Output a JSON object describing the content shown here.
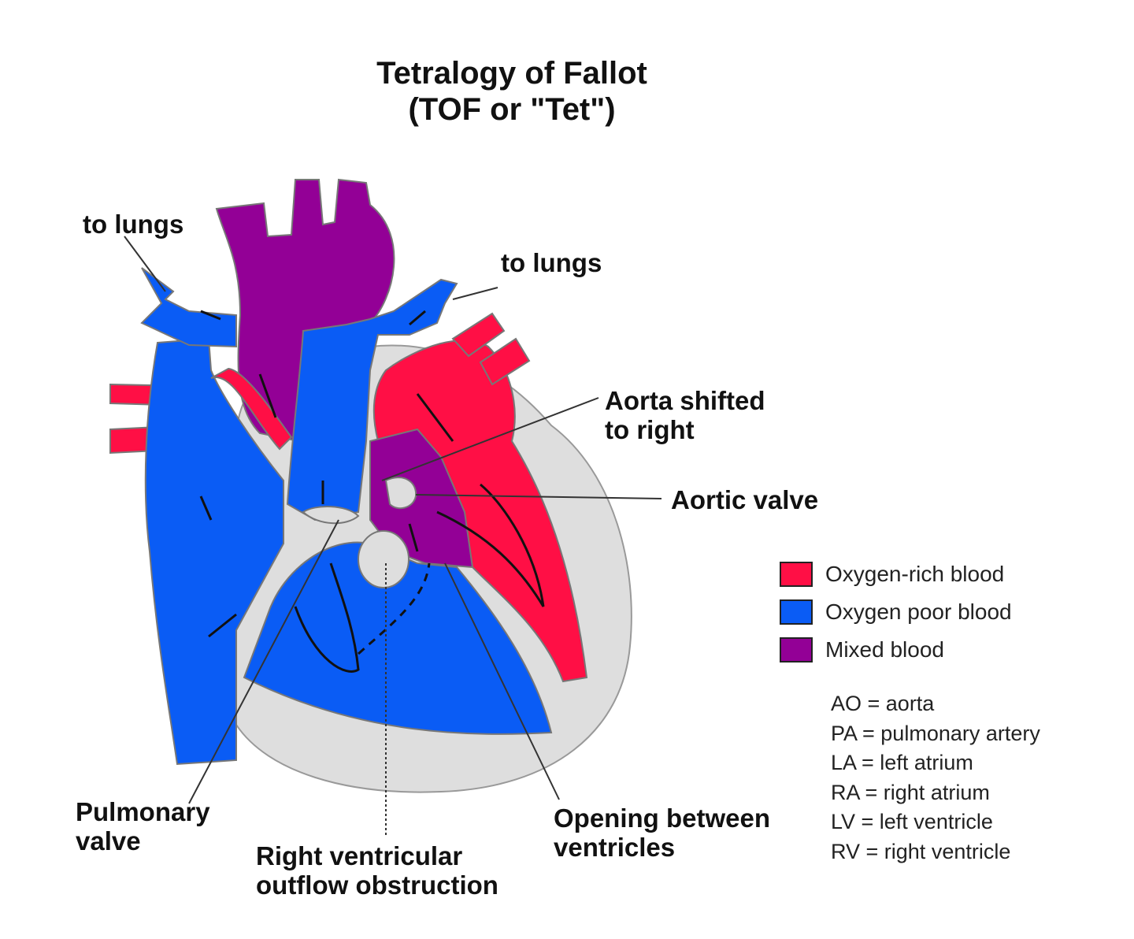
{
  "title": {
    "line1": "Tetralogy of Fallot",
    "line2": "(TOF or \"Tet\")"
  },
  "labels": {
    "to_lungs_left": "to lungs",
    "to_lungs_right": "to lungs",
    "aorta_shifted_line1": "Aorta shifted",
    "aorta_shifted_line2": "to right",
    "aortic_valve": "Aortic valve",
    "pulmonary_valve_line1": "Pulmonary",
    "pulmonary_valve_line2": "valve",
    "rv_outflow_line1": "Right ventricular",
    "rv_outflow_line2": "outflow obstruction",
    "opening_line1": "Opening between",
    "opening_line2": "ventricles"
  },
  "legend": [
    {
      "label": "Oxygen-rich blood",
      "color": "#ff0f45"
    },
    {
      "label": "Oxygen poor blood",
      "color": "#0a5cf5"
    },
    {
      "label": "Mixed blood",
      "color": "#930096"
    }
  ],
  "abbreviations": [
    "AO = aorta",
    "PA = pulmonary artery",
    "LA = left atrium",
    "RA = right atrium",
    "LV = left ventricle",
    "RV = right ventricle"
  ],
  "colors": {
    "oxygen_rich": "#ff0f45",
    "oxygen_poor": "#0a5cf5",
    "mixed": "#930096",
    "heart_wall": "#dedede"
  }
}
